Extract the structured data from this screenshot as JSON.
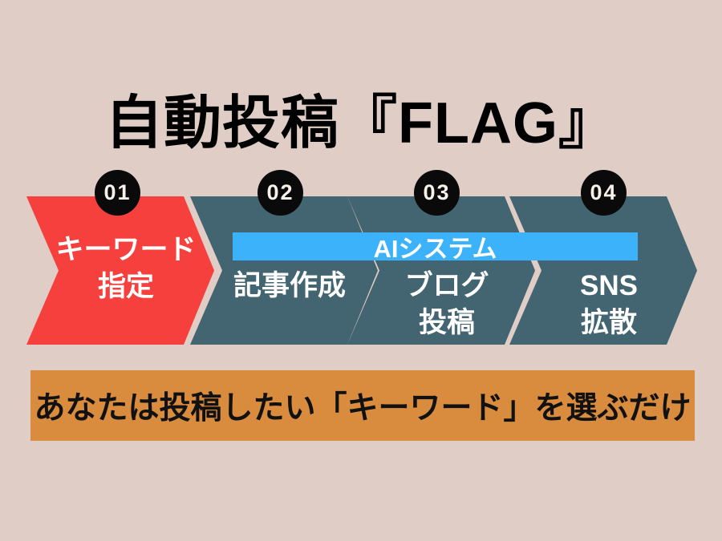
{
  "background_color": "#e0cec6",
  "title": "自動投稿『FLAG』",
  "title_color": "#000000",
  "steps": [
    {
      "number": "01",
      "lines": [
        "キーワード",
        "指定"
      ],
      "color": "#f5403d"
    },
    {
      "number": "02",
      "lines": [
        "記事作成"
      ],
      "color": "#436471"
    },
    {
      "number": "03",
      "lines": [
        "ブログ",
        "投稿"
      ],
      "color": "#436471"
    },
    {
      "number": "04",
      "lines": [
        "SNS",
        "拡散"
      ],
      "color": "#436471"
    }
  ],
  "badge": {
    "color": "#0a0a0a",
    "text_color": "#f6f2e9"
  },
  "ai_bar": {
    "label": "AIシステム",
    "color": "#3cb2fa",
    "text_color": "#ffffff"
  },
  "banner": {
    "text": "あなたは投稿したい「キーワード」を選ぶだけ",
    "color": "#d98b3e",
    "text_color": "#111111"
  }
}
